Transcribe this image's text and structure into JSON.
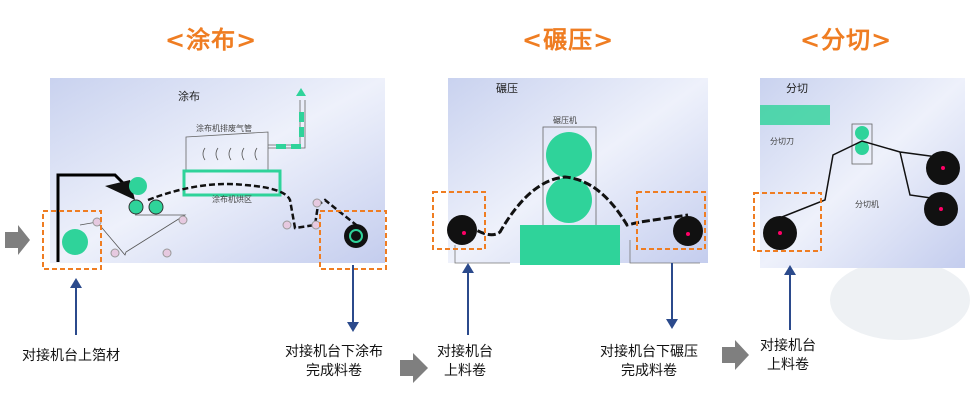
{
  "titles": {
    "coating": "<涂布>",
    "rolling": "<碾压>",
    "slitting": "<分切>"
  },
  "panels": {
    "coating": {
      "heading": "涂布",
      "exhaust_label": "涂布机排废气管",
      "oven_label": "涂布机烘区"
    },
    "rolling": {
      "heading": "碾压",
      "machine_label": "碾压机"
    },
    "slitting": {
      "heading": "分切",
      "blade_label": "分切刀",
      "machine_label": "分切机"
    }
  },
  "labels": {
    "coating_in": "对接机台上箔材",
    "coating_out_1": "对接机台下涂布",
    "coating_out_2": "完成料卷",
    "rolling_in_1": "对接机台",
    "rolling_in_2": "上料卷",
    "rolling_out_1": "对接机台下碾压",
    "rolling_out_2": "完成料卷",
    "slitting_in_1": "对接机台",
    "slitting_in_2": "上料卷"
  },
  "colors": {
    "accent": "#ef7d22",
    "machine": "#2fd39a",
    "arrow": "#2b4a8c",
    "flow": "#7f7f7f"
  }
}
